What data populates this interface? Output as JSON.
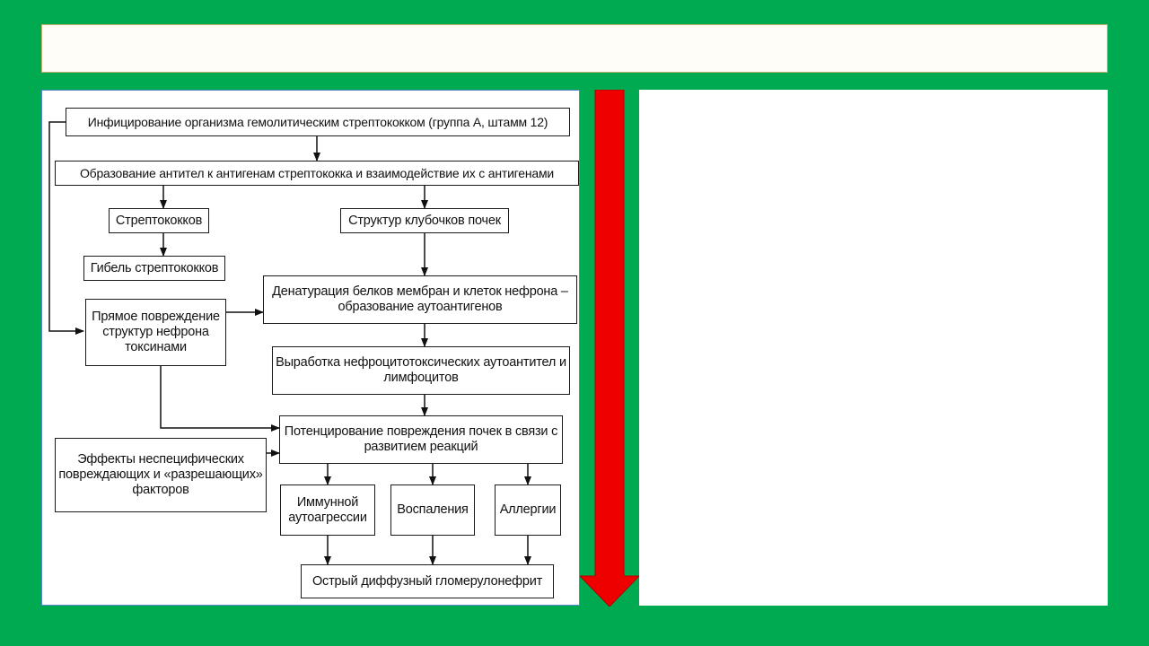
{
  "colors": {
    "background": "#00AA50",
    "arrow": "#EE0000",
    "panel": "#FFFFFF"
  },
  "diagram": {
    "nodes": {
      "infection": "Инфицирование организма гемолитическим стрептококком (группа А, штамм 12)",
      "antibodies": "Образование антител к антигенам стрептококка и взаимодействие их с антигенами",
      "streptococci": "Стрептококков",
      "kidney_structures": "Структур клубочков почек",
      "strep_death": "Гибель стрептококков",
      "denaturation": "Денатурация белков мембран и клеток нефрона – образование аутоантигенов",
      "direct_damage": "Прямое повреждение структур нефрона токсинами",
      "production": "Выработка нефроцитотоксических аутоантител и лимфоцитов",
      "potentiation": "Потенцирование повреждения почек в связи с развитием реакций",
      "nonspecific": "Эффекты неспецифических повреждающих и «разрешающих» факторов",
      "immune": "Иммунной аутоагрессии",
      "inflammation": "Воспаления",
      "allergy": "Аллергии",
      "glomerulonephritis": "Острый диффузный гломерулонефрит"
    }
  }
}
